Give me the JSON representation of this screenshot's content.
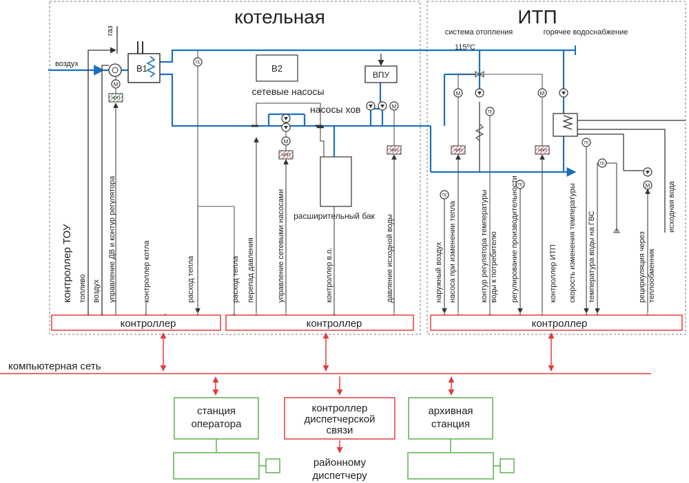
{
  "colors": {
    "pipe": "#1a6fbf",
    "control": "#e03c3c",
    "station": "#5ab04a",
    "line": "#444444",
    "dash": "#666666"
  },
  "zones": {
    "boiler_title": "котельная",
    "itp_title": "ИТП"
  },
  "boiler": {
    "gas": "газ",
    "air": "воздух",
    "b1": "В1",
    "b2": "В2",
    "vpu": "ВПУ",
    "network_pumps": "сетевые насосы",
    "hov_pumps": "насосы хов",
    "expansion_tank": "расширительный бак",
    "tou_controller": "контроллер ТОУ",
    "signals": [
      "топливо",
      "воздух",
      "управление ДВ и контур регулятора",
      "контроллер котла",
      "расход тепла",
      "расход тепла",
      "перепад давления",
      "управление сетевыми насосами",
      "контроллер в.о.",
      "давление исходной воды"
    ]
  },
  "itp": {
    "heating_system": "система отопления",
    "hot_water": "горячее водоснабжение",
    "temperature": "115⁰С",
    "source_water": "исходная вода",
    "signals": [
      "наружный воздух",
      "насоса при изменении тепла",
      "контур регулятора температуры",
      "воды к потребителю",
      "регулирование производительности",
      "контроллер ИТП",
      "скорость изменения температуры",
      "температура воды на ГВС",
      "рециркуляция через",
      "теплообменник"
    ]
  },
  "device_labels": {
    "motor": "M",
    "te": "ТЕ",
    "vfd": "ЧРП"
  },
  "controllers": [
    "контроллер",
    "контроллер",
    "контроллер"
  ],
  "network": {
    "label": "компьютерная сеть"
  },
  "stations": {
    "operator": [
      "станция",
      "оператора"
    ],
    "dispatch": [
      "контроллер",
      "диспетчерской",
      "связи"
    ],
    "archive": [
      "архивная",
      "станция"
    ],
    "district": [
      "районному",
      "диспетчеру"
    ]
  }
}
